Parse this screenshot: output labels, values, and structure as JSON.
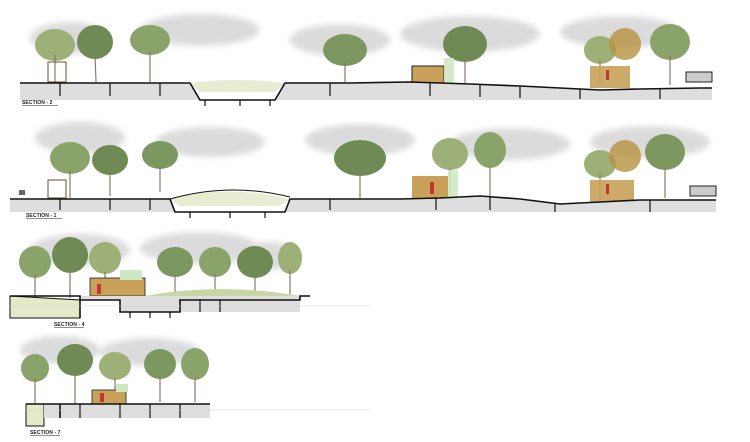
{
  "drawing": {
    "sections": [
      {
        "id": "s2",
        "label": "SECTION - 2"
      },
      {
        "id": "s1",
        "label": "SECTION - 1"
      },
      {
        "id": "s4",
        "label": "SECTION - 4"
      },
      {
        "id": "s7",
        "label": "SECTION - 7"
      }
    ]
  },
  "colors": {
    "ground_line": "#111111",
    "earth_fill": "#d9d9d9",
    "grass": "#c9d7a8",
    "tree_canopy": "#8aa36a",
    "tree_canopy_dark": "#6f8a55",
    "tree_canopy_warm": "#b7923f",
    "background_cloud": "#cfcfcf",
    "pavilion_wood": "#c9a15a",
    "pavilion_dark": "#3a2a1a",
    "accent_red": "#c0392b",
    "glass_green": "#cfe8c4"
  }
}
